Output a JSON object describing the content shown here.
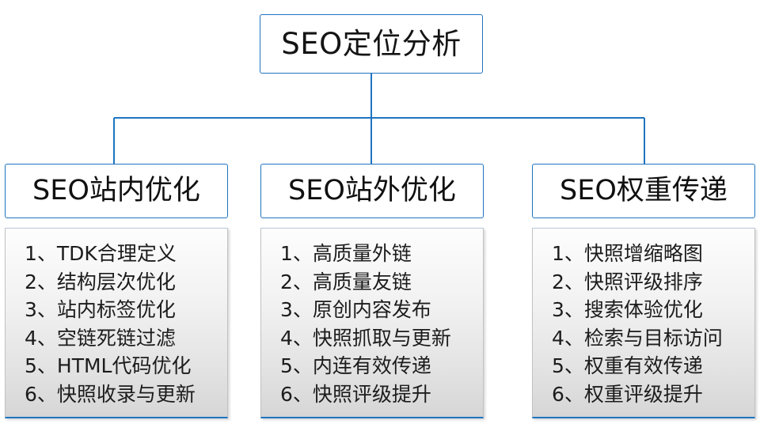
{
  "diagram": {
    "type": "org-chart",
    "root": {
      "title": "SEO定位分析"
    },
    "accent_color": "#1f74c0",
    "branches": [
      {
        "header": "SEO站内优化",
        "items": [
          {
            "index": "1、",
            "label": "TDK合理定义"
          },
          {
            "index": "2、",
            "label": "结构层次优化"
          },
          {
            "index": "3、",
            "label": "站内标签优化"
          },
          {
            "index": "4、",
            "label": "空链死链过滤"
          },
          {
            "index": "5、",
            "label": "HTML代码优化"
          },
          {
            "index": "6、",
            "label": "快照收录与更新"
          }
        ]
      },
      {
        "header": "SEO站外优化",
        "items": [
          {
            "index": "1、",
            "label": "高质量外链"
          },
          {
            "index": "2、",
            "label": "高质量友链"
          },
          {
            "index": "3、",
            "label": "原创内容发布"
          },
          {
            "index": "4、",
            "label": "快照抓取与更新"
          },
          {
            "index": "5、",
            "label": "内连有效传递"
          },
          {
            "index": "6、",
            "label": "快照评级提升"
          }
        ]
      },
      {
        "header": "SEO权重传递",
        "items": [
          {
            "index": "1、",
            "label": "快照增缩略图"
          },
          {
            "index": "2、",
            "label": "快照评级排序"
          },
          {
            "index": "3、",
            "label": "搜索体验优化"
          },
          {
            "index": "4、",
            "label": "检索与目标访问"
          },
          {
            "index": "5、",
            "label": "权重有效传递"
          },
          {
            "index": "6、",
            "label": "权重评级提升"
          }
        ]
      }
    ]
  }
}
